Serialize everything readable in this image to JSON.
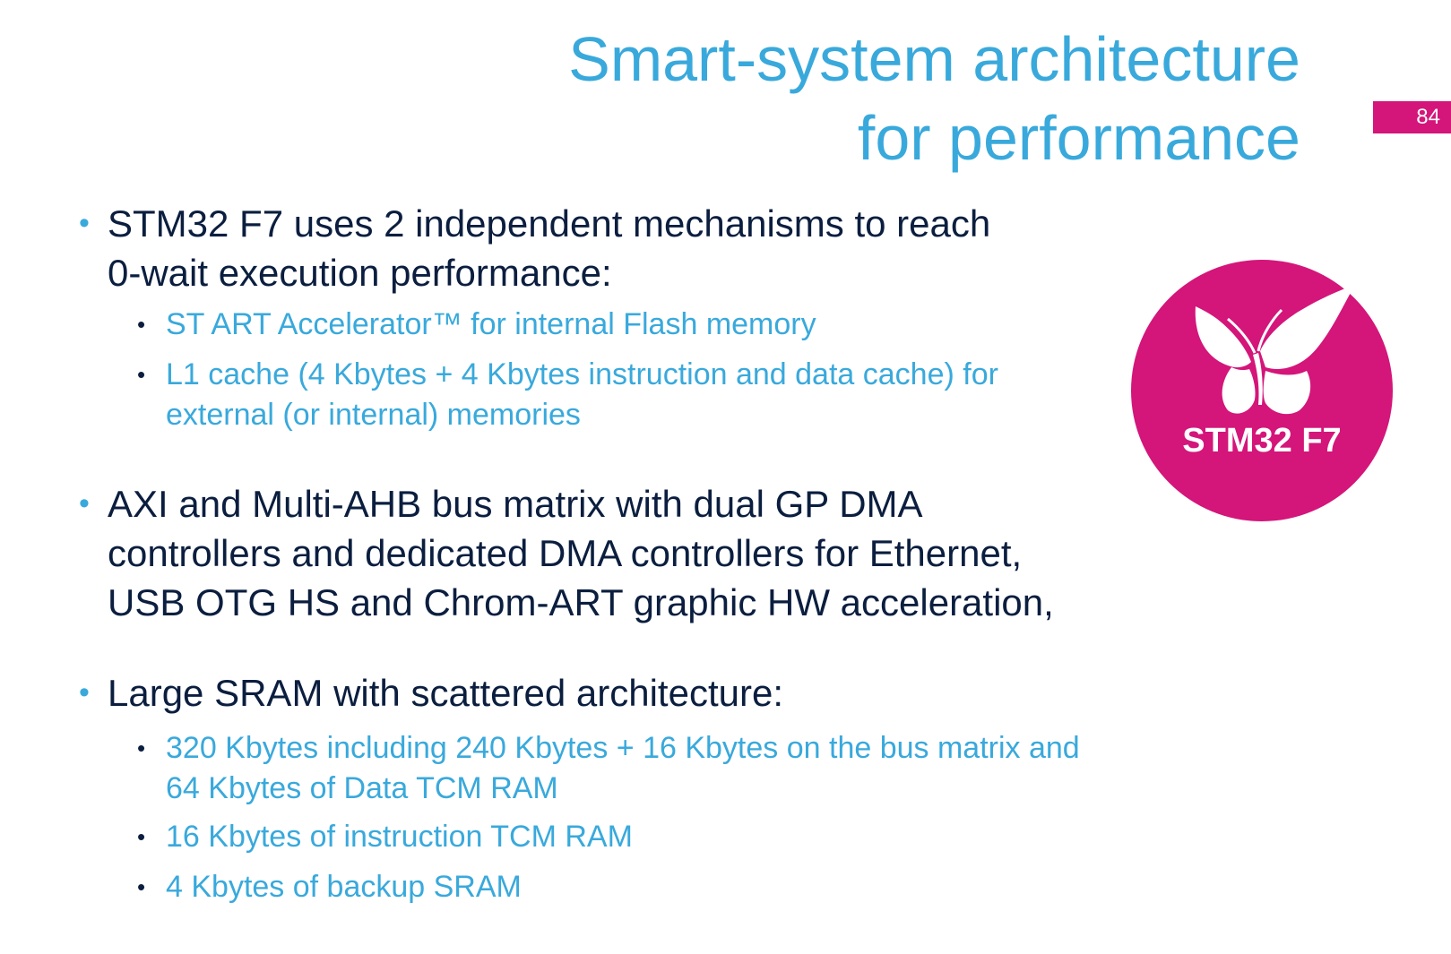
{
  "slide": {
    "title_line1": "Smart-system architecture",
    "title_line2": "for performance",
    "page_number": "84"
  },
  "bullets": [
    {
      "text_line1": "STM32 F7 uses 2 independent mechanisms to reach",
      "text_line2": "0-wait execution performance:",
      "subs": [
        {
          "line1": "ST ART Accelerator™ for internal Flash memory",
          "line2": ""
        },
        {
          "line1": "L1 cache (4 Kbytes + 4 Kbytes instruction and data cache) for",
          "line2": "external (or internal) memories"
        }
      ]
    },
    {
      "text_line1": "AXI and Multi-AHB bus matrix with dual GP DMA",
      "text_line2": "controllers and  dedicated DMA controllers for Ethernet,",
      "text_line3": "USB OTG HS and  Chrom-ART graphic HW acceleration,"
    },
    {
      "text_line1": "Large SRAM with scattered architecture:",
      "subs": [
        {
          "line1": "320 Kbytes including 240 Kbytes + 16 Kbytes on the bus matrix and",
          "line2": "64 Kbytes of Data TCM RAM"
        },
        {
          "line1": "16 Kbytes of instruction TCM RAM",
          "line2": ""
        },
        {
          "line1": "4 Kbytes of backup SRAM",
          "line2": ""
        }
      ]
    }
  ],
  "logo": {
    "text": "STM32 F7",
    "icon": "butterfly-icon",
    "color": "#d4157a"
  },
  "colors": {
    "accent_blue": "#39a9dc",
    "body_text": "#0b1e3f",
    "magenta": "#d4157a"
  }
}
